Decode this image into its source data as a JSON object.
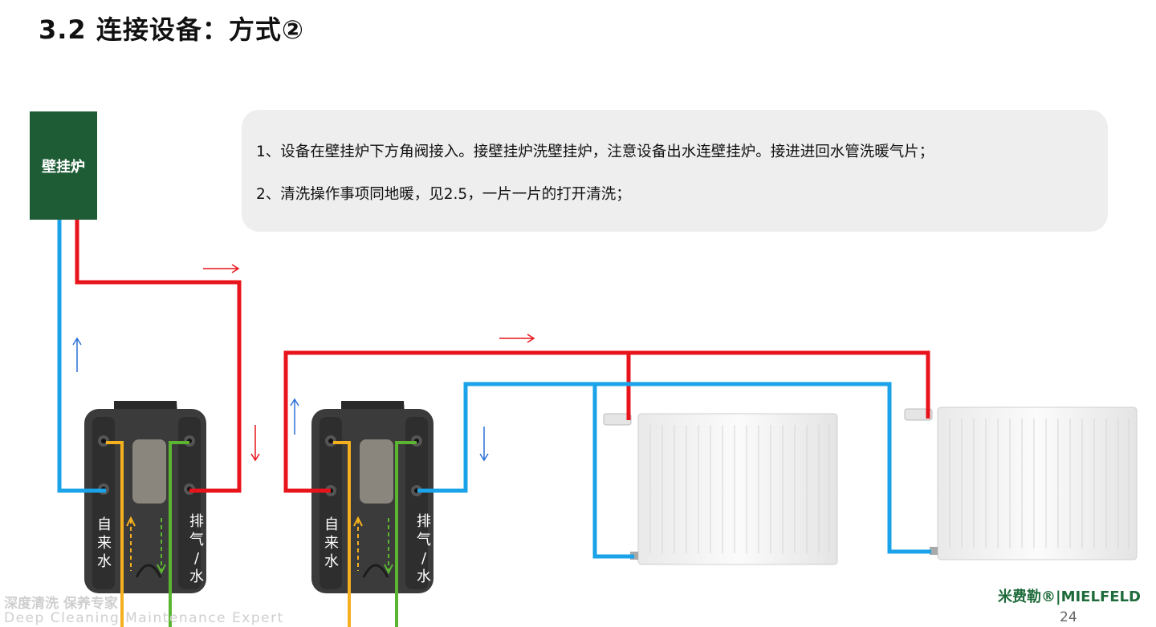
{
  "title": "3.2 连接设备：方式②",
  "boiler_label": "壁挂炉",
  "notes": [
    "1、设备在壁挂炉下方角阀接入。接壁挂炉洗壁挂炉，注意设备出水连壁挂炉。接进进回水管洗暖气片；",
    "2、清洗操作事项同地暖，见2.5，一片一片的打开清洗；"
  ],
  "machine_labels": {
    "inlet": [
      "自",
      "来",
      "水"
    ],
    "outlet": [
      "排",
      "气",
      "/",
      "水"
    ]
  },
  "footer": {
    "slogan_cn": "深度清洗 保养专家",
    "slogan_en": "Deep Cleaning Maintenance Expert",
    "brand": "米费勒®|MIELFELD",
    "page": "24"
  },
  "colors": {
    "hot_pipe": "#e8141b",
    "cold_pipe": "#1aa3e8",
    "boiler": "#1e5c36",
    "inlet_hose": "#f4b01e",
    "outlet_hose": "#5cb531",
    "arrow_blue": "#2a6fd6"
  }
}
